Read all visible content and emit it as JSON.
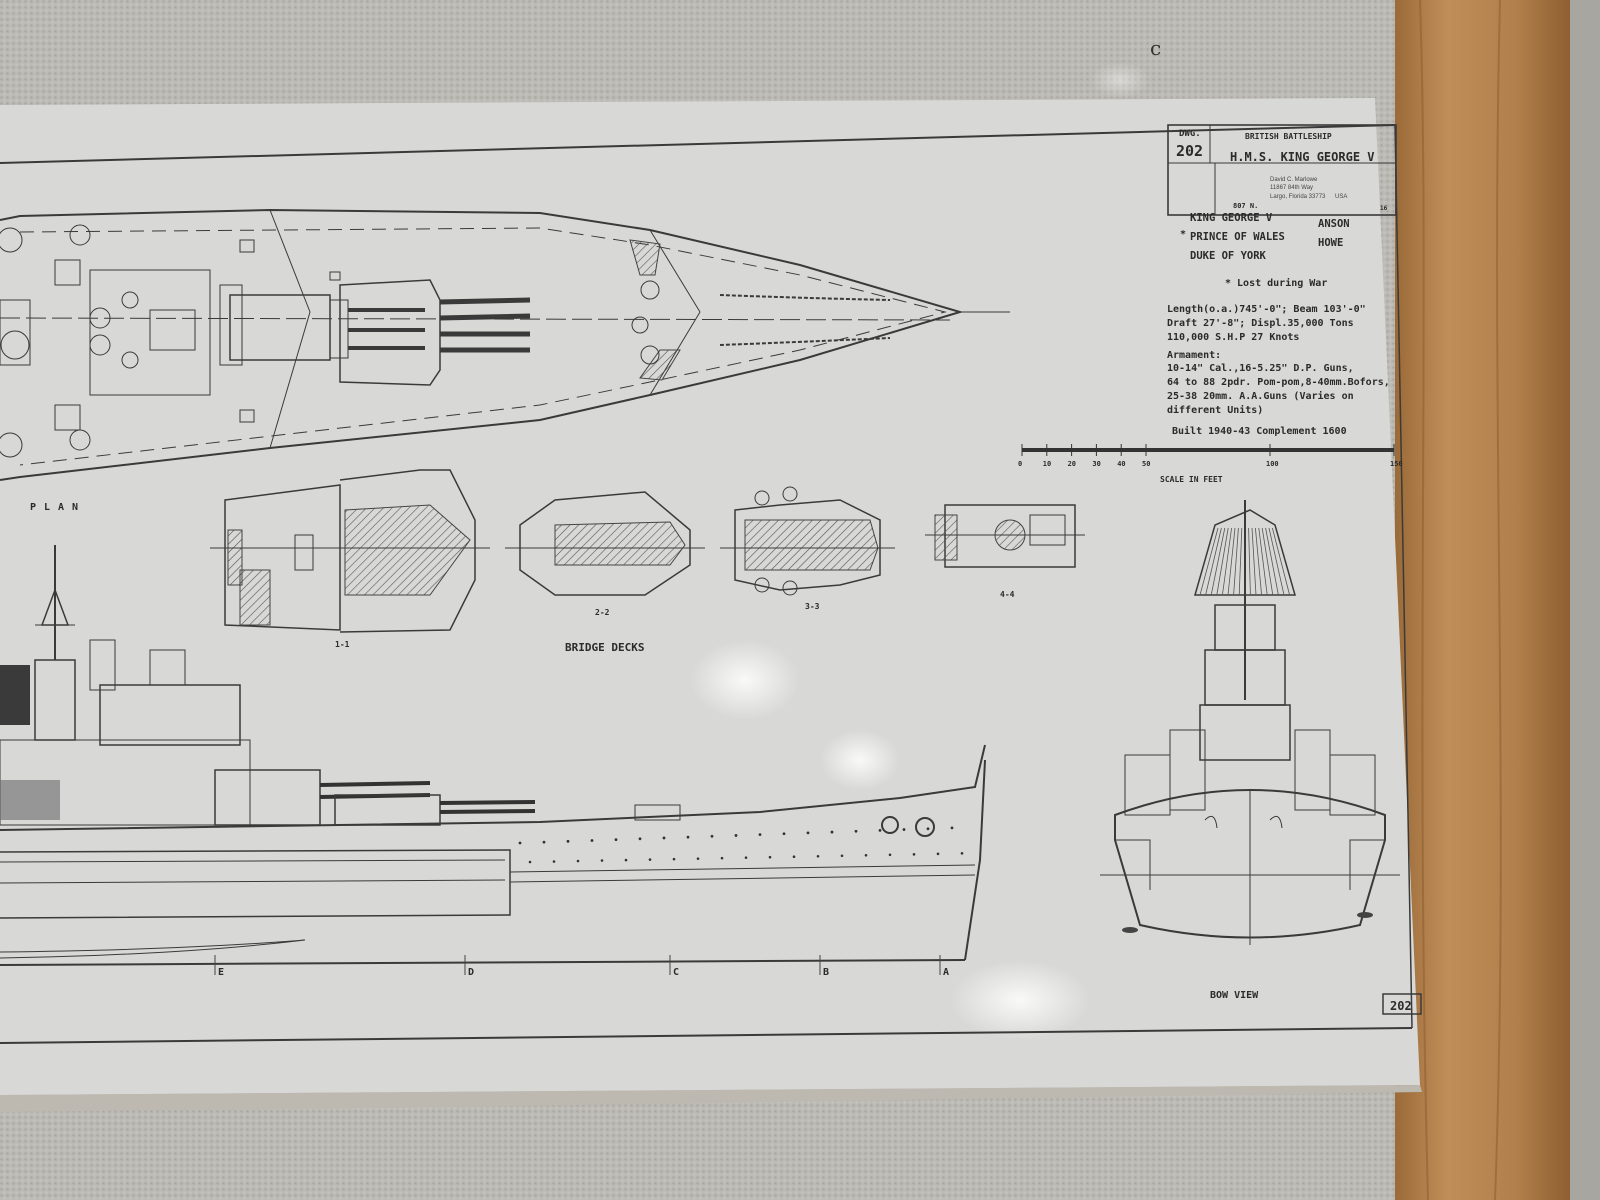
{
  "title_block": {
    "dwg_label": "DWG.",
    "dwg_number": "202",
    "class_line": "BRITISH BATTLESHIP",
    "ship_name": "H.M.S. KING GEORGE V",
    "author_name": "David C. Marlowe",
    "author_street": "11867 84th Way",
    "author_city": "Largo, Florida 33773",
    "author_country": "USA",
    "corner_code": "807 N.",
    "corner_mark": "16"
  },
  "class_ships": {
    "col1": [
      "KING GEORGE V",
      "PRINCE OF WALES",
      "DUKE OF YORK"
    ],
    "col2": [
      "ANSON",
      "HOWE"
    ],
    "loss_marker": "*",
    "loss_note": "* Lost during War"
  },
  "specs": {
    "line1": "Length(o.a.)745'-0\"; Beam 103'-0\"",
    "line2": "Draft 27'-8\"; Displ.35,000 Tons",
    "line3": "110,000 S.H.P   27 Knots",
    "armament_heading": "Armament:",
    "arm1": "10-14\"   Cal.,16-5.25\" D.P. Guns,",
    "arm2": "64 to 88 2pdr. Pom-pom,8-40mm.Bofors,",
    "arm3": "25-38 20mm. A.A.Guns (Varies on",
    "arm4": "different Units)",
    "built": "Built 1940-43   Complement 1600"
  },
  "scale": {
    "ticks": [
      "0",
      "10",
      "20",
      "30",
      "40",
      "50",
      "100",
      "150"
    ],
    "tick_values": [
      0,
      10,
      20,
      30,
      40,
      50,
      100,
      150
    ],
    "label": "SCALE  IN  FEET"
  },
  "views": {
    "plan": "PLAN",
    "section_1": "1-1",
    "section_2": "2-2",
    "section_3": "3-3",
    "section_4": "4-4",
    "bridge_decks": "BRIDGE   DECKS",
    "bow_view": "BOW  VIEW"
  },
  "stations": [
    "E",
    "D",
    "C",
    "B",
    "A"
  ],
  "page_mark": "202",
  "corner_letter": "c",
  "colors": {
    "towel": "#b9b7b1",
    "paper": "#dcdcda",
    "ink": "#2b2b2b",
    "wood": "#b07f4a"
  }
}
